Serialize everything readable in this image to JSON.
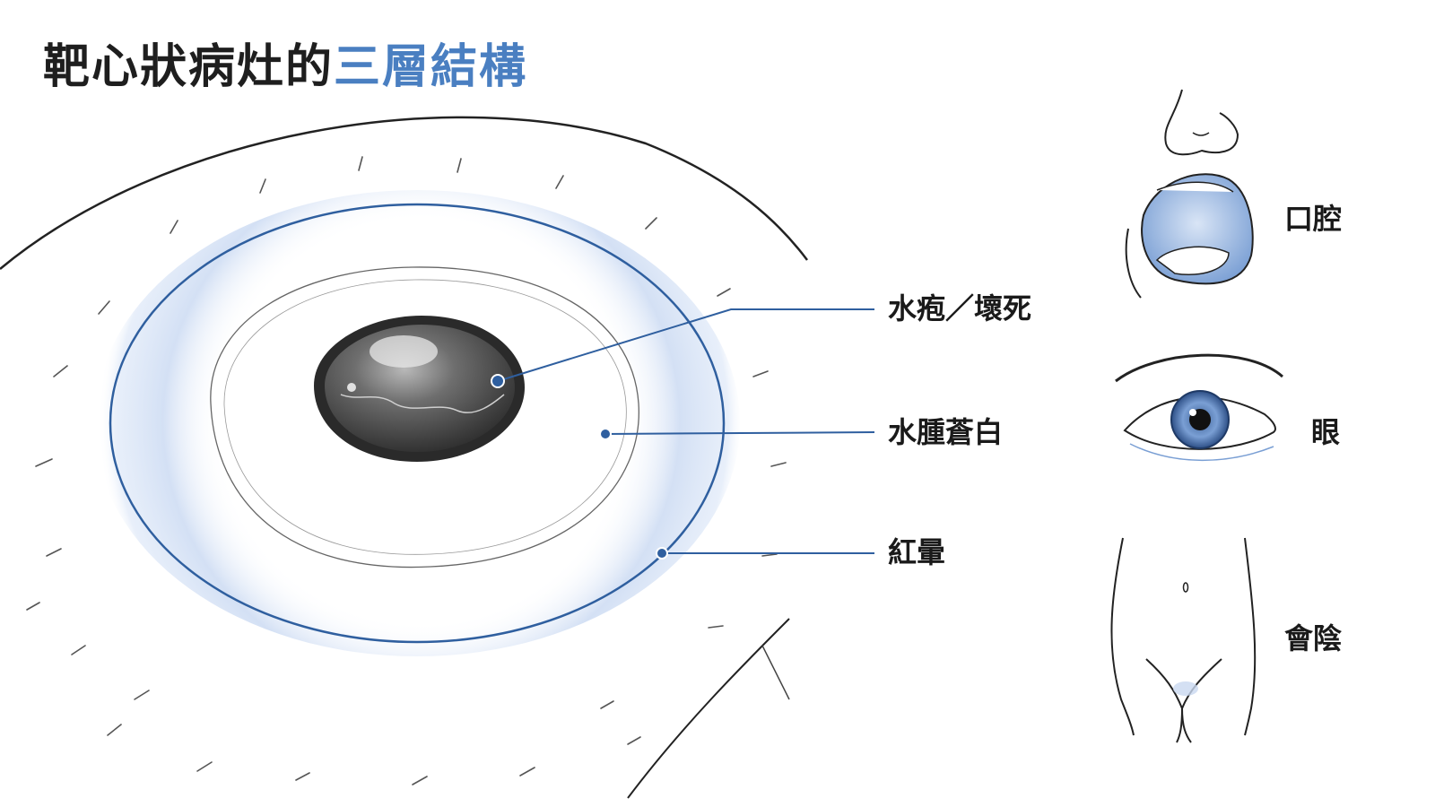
{
  "title": {
    "main": "靶心狀病灶的",
    "accent": "三層結構"
  },
  "callouts": {
    "blister": "水疱／壞死",
    "edema": "水腫蒼白",
    "erythema": "紅暈"
  },
  "sites": {
    "oral": "口腔",
    "eye": "眼",
    "genital": "會陰"
  },
  "colors": {
    "accent": "#4a7fc1",
    "ring": "#2f5f9f",
    "halo": "#c9d8f0",
    "ink": "#1e1e1e"
  }
}
